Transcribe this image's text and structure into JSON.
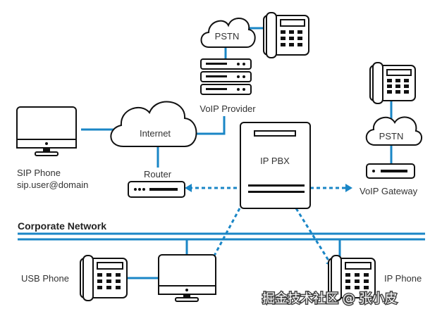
{
  "labels": {
    "pstn_top": "PSTN",
    "voip_provider": "VoIP Provider",
    "internet": "Internet",
    "sip_phone": "SIP Phone",
    "sip_address": "sip.user@domain",
    "router": "Router",
    "ip_pbx": "IP PBX",
    "pstn_right": "PSTN",
    "voip_gateway": "VoIP Gateway",
    "corporate_network": "Corporate Network",
    "usb_phone": "USB Phone",
    "ip_phone": "IP Phone"
  },
  "watermark": "掘金技术社区 @ 张小皮",
  "colors": {
    "line": "#1a86c6",
    "stroke": "#111111",
    "text": "#333333"
  }
}
